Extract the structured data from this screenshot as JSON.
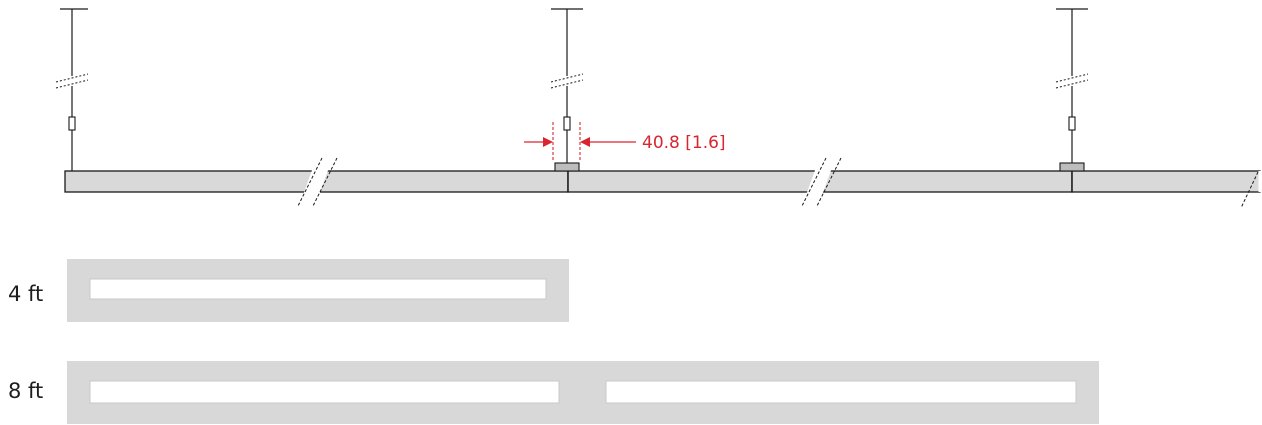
{
  "dimension": {
    "label": "40.8 [1.6]"
  },
  "modules": [
    {
      "label": "4 ft",
      "panels": 1
    },
    {
      "label": "8 ft",
      "panels": 2
    }
  ],
  "colors": {
    "line": "#1a1a1a",
    "profile_fill": "#d9d9d9",
    "dimension": "#d9252f",
    "module_fill": "#d8d8d8",
    "lens": "#ffffff"
  }
}
